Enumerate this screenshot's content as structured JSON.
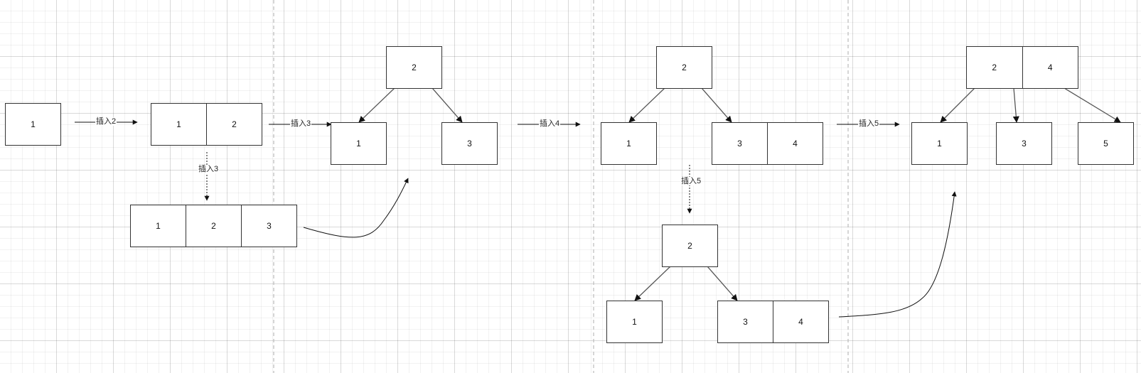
{
  "colors": {
    "stroke": "#333333",
    "separator": "#bbbbbb",
    "grid": "#e6e6e6"
  },
  "step1": {
    "root": [
      "1"
    ]
  },
  "insert2_label": "插入2",
  "step2": {
    "node": [
      "1",
      "2"
    ],
    "insert3_label": "插入3",
    "overflow": [
      "1",
      "2",
      "3"
    ]
  },
  "insert3_label": "插入3",
  "step3": {
    "root": [
      "2"
    ],
    "left": [
      "1"
    ],
    "right": [
      "3"
    ]
  },
  "insert4_label": "插入4",
  "step4": {
    "root": [
      "2"
    ],
    "left": [
      "1"
    ],
    "right": [
      "3",
      "4"
    ],
    "insert5_label": "插入5",
    "overflow_root": [
      "2"
    ],
    "overflow_left": [
      "1"
    ],
    "overflow_right": [
      "3",
      "4"
    ]
  },
  "insert5_label": "插入5",
  "step5": {
    "root": [
      "2",
      "4"
    ],
    "left": [
      "1"
    ],
    "middle": [
      "3"
    ],
    "right": [
      "5"
    ]
  }
}
